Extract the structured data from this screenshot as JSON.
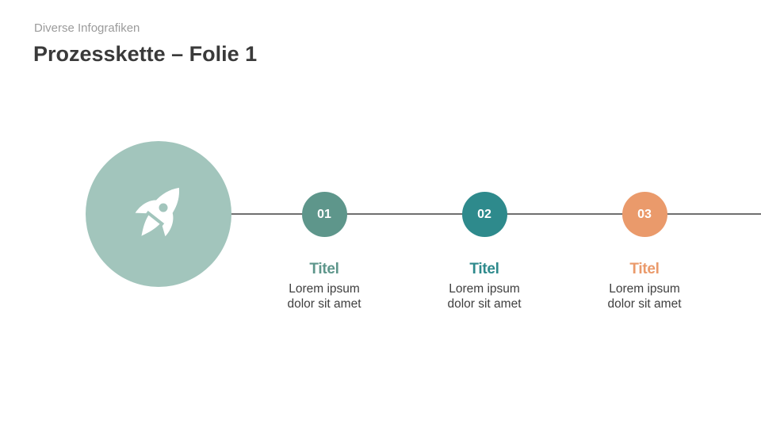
{
  "header": {
    "subtitle": "Diverse Infografiken",
    "title": "Prozesskette – Folie 1"
  },
  "hero": {
    "icon": "rocket-icon",
    "color": "#a2c5bc"
  },
  "connector_color": "#6f6f6f",
  "steps": [
    {
      "number": "01",
      "title": "Titel",
      "text_line1": "Lorem ipsum",
      "text_line2": "dolor sit amet",
      "color": "#5e968b"
    },
    {
      "number": "02",
      "title": "Titel",
      "text_line1": "Lorem ipsum",
      "text_line2": "dolor sit amet",
      "color": "#2e8a8c"
    },
    {
      "number": "03",
      "title": "Titel",
      "text_line1": "Lorem ipsum",
      "text_line2": "dolor sit amet",
      "color": "#ea9a6b"
    }
  ]
}
